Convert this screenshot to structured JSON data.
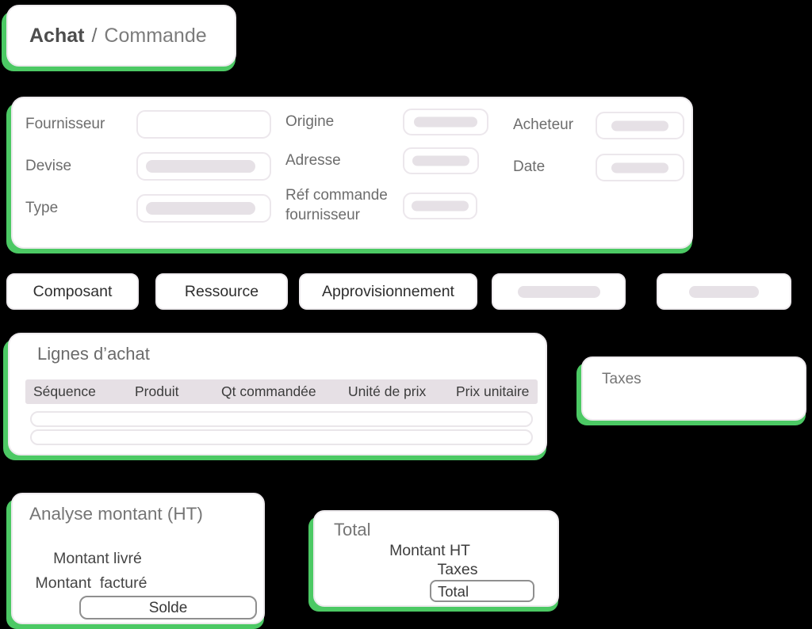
{
  "colors": {
    "accent_green": "#4cc964",
    "card_white": "#ffffff",
    "placeholder_pill": "#e6e1e6",
    "table_header_bg": "#e6e0e5",
    "background": "#000000"
  },
  "breadcrumb": {
    "section": "Achat",
    "separator": "/",
    "page": "Commande"
  },
  "order_form": {
    "fields": {
      "fournisseur": {
        "label": "Fournisseur"
      },
      "devise": {
        "label": "Devise"
      },
      "type": {
        "label": "Type"
      },
      "origine": {
        "label": "Origine"
      },
      "adresse": {
        "label": "Adresse"
      },
      "ref_commande": {
        "label": "Réf commande fournisseur"
      },
      "acheteur": {
        "label": "Acheteur"
      },
      "date": {
        "label": "Date"
      }
    }
  },
  "tabs": {
    "composant": "Composant",
    "ressource": "Ressource",
    "approvisionnement": "Approvisionnement"
  },
  "purchase_lines": {
    "title": "Lignes d’achat",
    "columns": [
      "Séquence",
      "Produit",
      "Qt commandée",
      "Unité de prix",
      "Prix unitaire"
    ],
    "empty_row_count": 2
  },
  "taxes_panel": {
    "title": "Taxes"
  },
  "amount_analysis": {
    "title": "Analyse montant (HT)",
    "delivered_label": "Montant livré",
    "invoiced_label": "Montant  facturé",
    "balance_label": "Solde"
  },
  "totals_panel": {
    "title": "Total",
    "subtotal_label": "Montant HT",
    "taxes_label": "Taxes",
    "total_label": "Total"
  }
}
